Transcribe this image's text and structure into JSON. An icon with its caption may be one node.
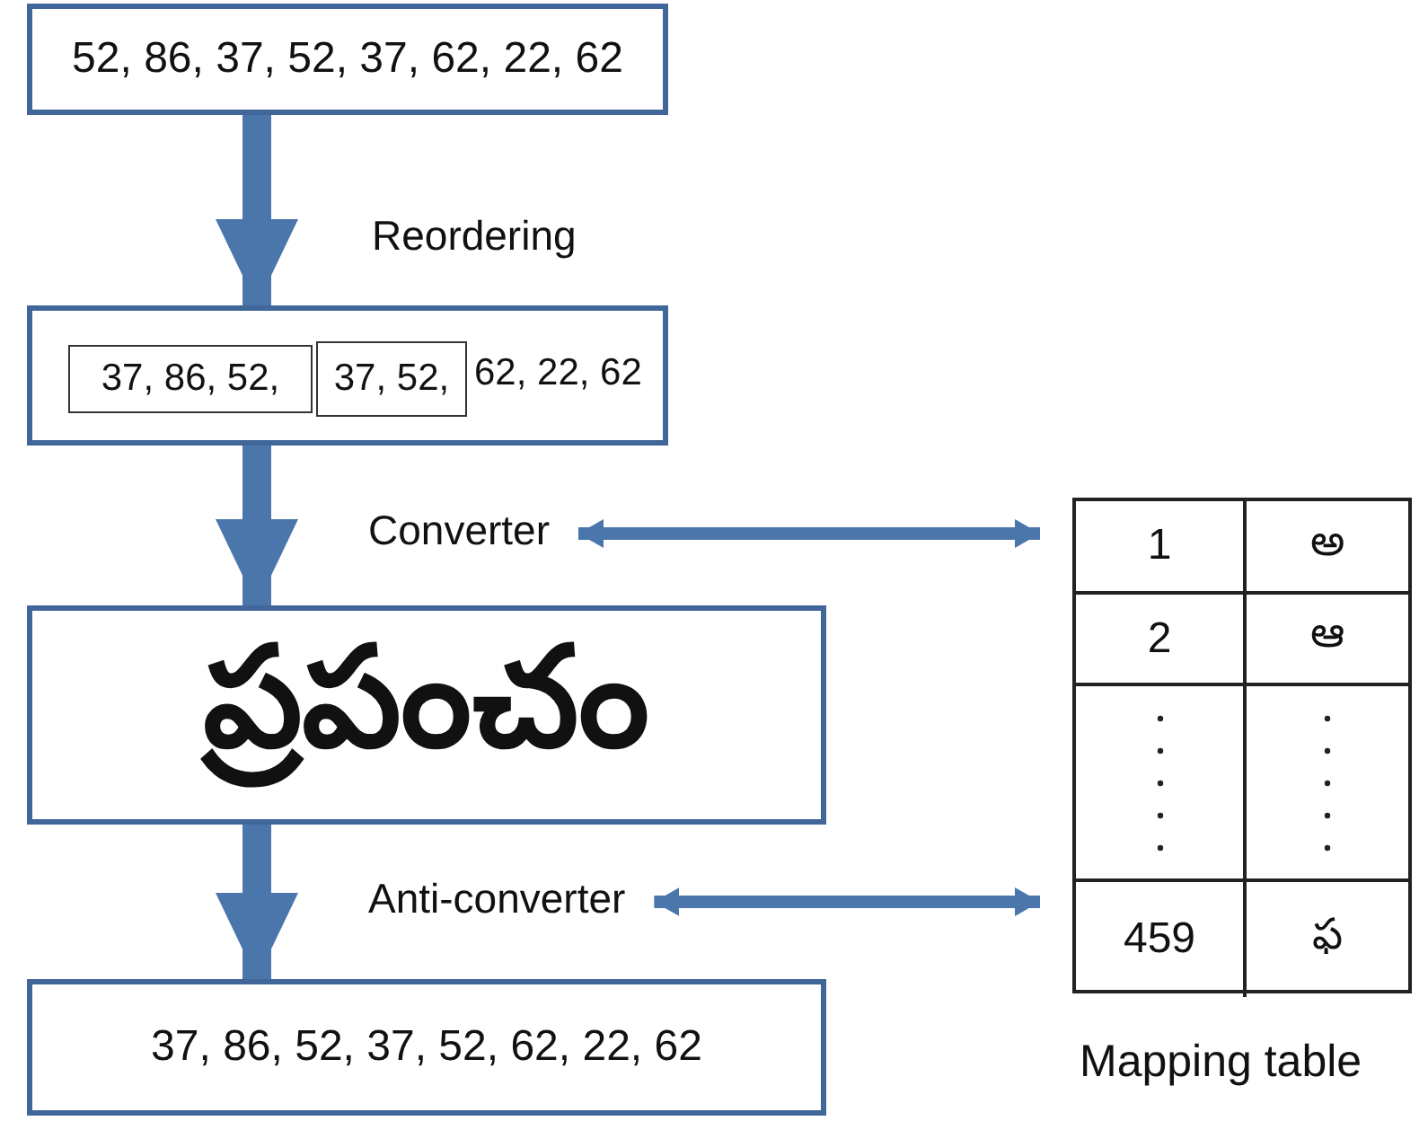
{
  "diagram": {
    "nodes": [
      {
        "text": [
          "52, 86, 37, 52, 37, 62, 22, 62"
        ]
      },
      {
        "text": [
          "62, 22, 62"
        ]
      },
      {
        "text": [
          "37, 86, 52,"
        ],
        "in": 1
      },
      {
        "text": [
          "37, 52,"
        ],
        "in": 1
      },
      {
        "text": [
          "ప్రపంచం"
        ]
      },
      {
        "text": [
          "37, 86, 52, 37, 52, 62, 22, 62"
        ]
      },
      {
        "text": [
          "1",
          "అ",
          "2",
          "ఆ",
          "459",
          "ఫ"
        ],
        "beside": [
          "Mapping table"
        ]
      },
      {
        "text": [
          "Converter"
        ]
      },
      {
        "text": [
          "Anti-converter"
        ]
      }
    ],
    "edges": [
      {
        "from": 0,
        "to": 1,
        "arrow": "to",
        "label": "Reordering"
      },
      {
        "from": 1,
        "to": 4,
        "arrow": "to"
      },
      {
        "from": 4,
        "to": 5,
        "arrow": "to"
      },
      {
        "from": 7,
        "to": 6,
        "arrow": "both"
      },
      {
        "from": 8,
        "to": 6,
        "arrow": "both"
      }
    ]
  }
}
